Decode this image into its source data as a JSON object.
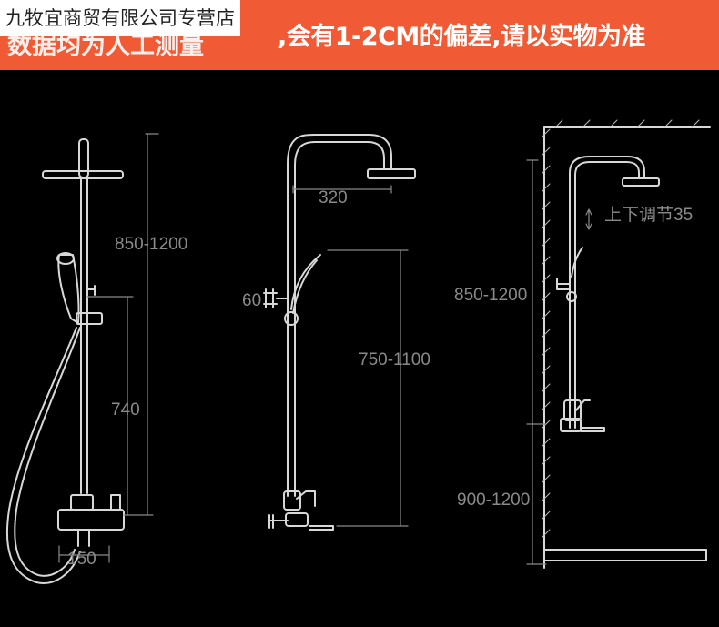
{
  "store_name": "九牧宜商贸有限公司专营店",
  "banner": {
    "text": ",会有1-2CM的偏差,请以实物为准",
    "partial_text": "数据均为人工测量"
  },
  "colors": {
    "banner": "#f05a34",
    "line": "#d8d8d8",
    "dim_text": "#8a8a8a",
    "background": "#000000"
  },
  "view1": {
    "height_range": "850-1200",
    "bar_height": "740",
    "width": "150"
  },
  "view2": {
    "head_reach": "320",
    "bracket": "60",
    "height_range": "750-1100"
  },
  "view3": {
    "adjust_label": "上下调节35",
    "height_range": "850-1200",
    "floor_range": "900-1200"
  }
}
